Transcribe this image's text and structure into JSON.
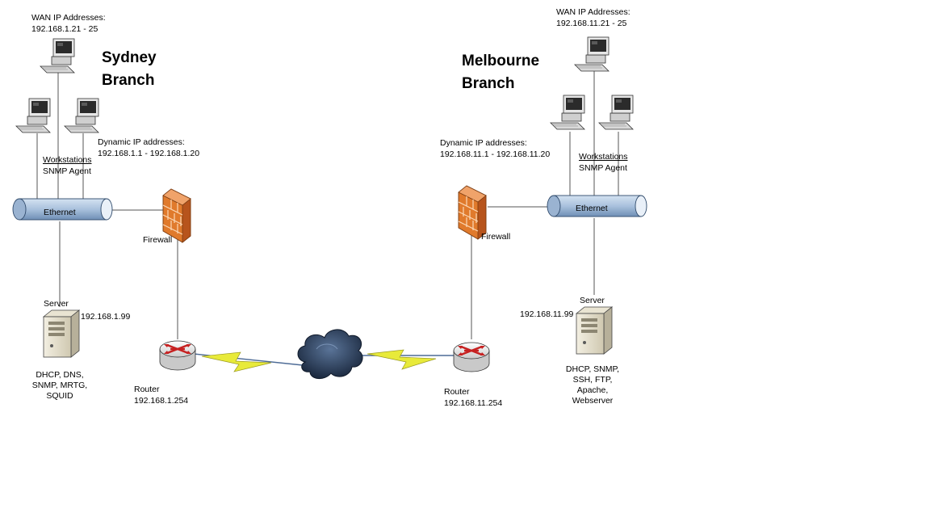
{
  "colors": {
    "ethernet": "#a9c1dd",
    "firewall": "#e07a2c",
    "lightning": "#e8ea3a",
    "cloud": "#2a3a55",
    "router": "#e8e8e8"
  },
  "sydney": {
    "title_line1": "Sydney",
    "title_line2": "Branch",
    "wan_label": "WAN IP Addresses:",
    "wan_range": "192.168.1.21 - 25",
    "dynamic_label": "Dynamic IP addresses:",
    "dynamic_range": "192.168.1.1 - 192.168.1.20",
    "workstations_label": "Workstations",
    "snmp_agent_label": "SNMP Agent",
    "ethernet_label": "Ethernet",
    "firewall_label": "Firewall",
    "server_label": "Server",
    "server_ip": "192.168.1.99",
    "server_services": "DHCP, DNS,\nSNMP, MRTG,\nSQUID",
    "router_label": "Router",
    "router_ip": "192.168.1.254"
  },
  "melbourne": {
    "title_line1": "Melbourne",
    "title_line2": "Branch",
    "wan_label": "WAN IP Addresses:",
    "wan_range": "192.168.11.21 - 25",
    "dynamic_label": "Dynamic IP addresses:",
    "dynamic_range": "192.168.11.1 - 192.168.11.20",
    "workstations_label": "Workstations",
    "snmp_agent_label": "SNMP Agent",
    "ethernet_label": "Ethernet",
    "firewall_label": "Firewall",
    "server_label": "Server",
    "server_ip": "192.168.11.99",
    "server_services": "DHCP, SNMP,\nSSH, FTP,\nApache,\nWebserver",
    "router_label": "Router",
    "router_ip": "192.168.11.254"
  },
  "icons": {
    "workstation": "workstation-icon",
    "server": "server-icon",
    "firewall": "firewall-icon",
    "router": "router-icon",
    "cloud": "internet-cloud-icon",
    "lightning": "wan-link-icon",
    "ethernet": "ethernet-bus-icon"
  }
}
